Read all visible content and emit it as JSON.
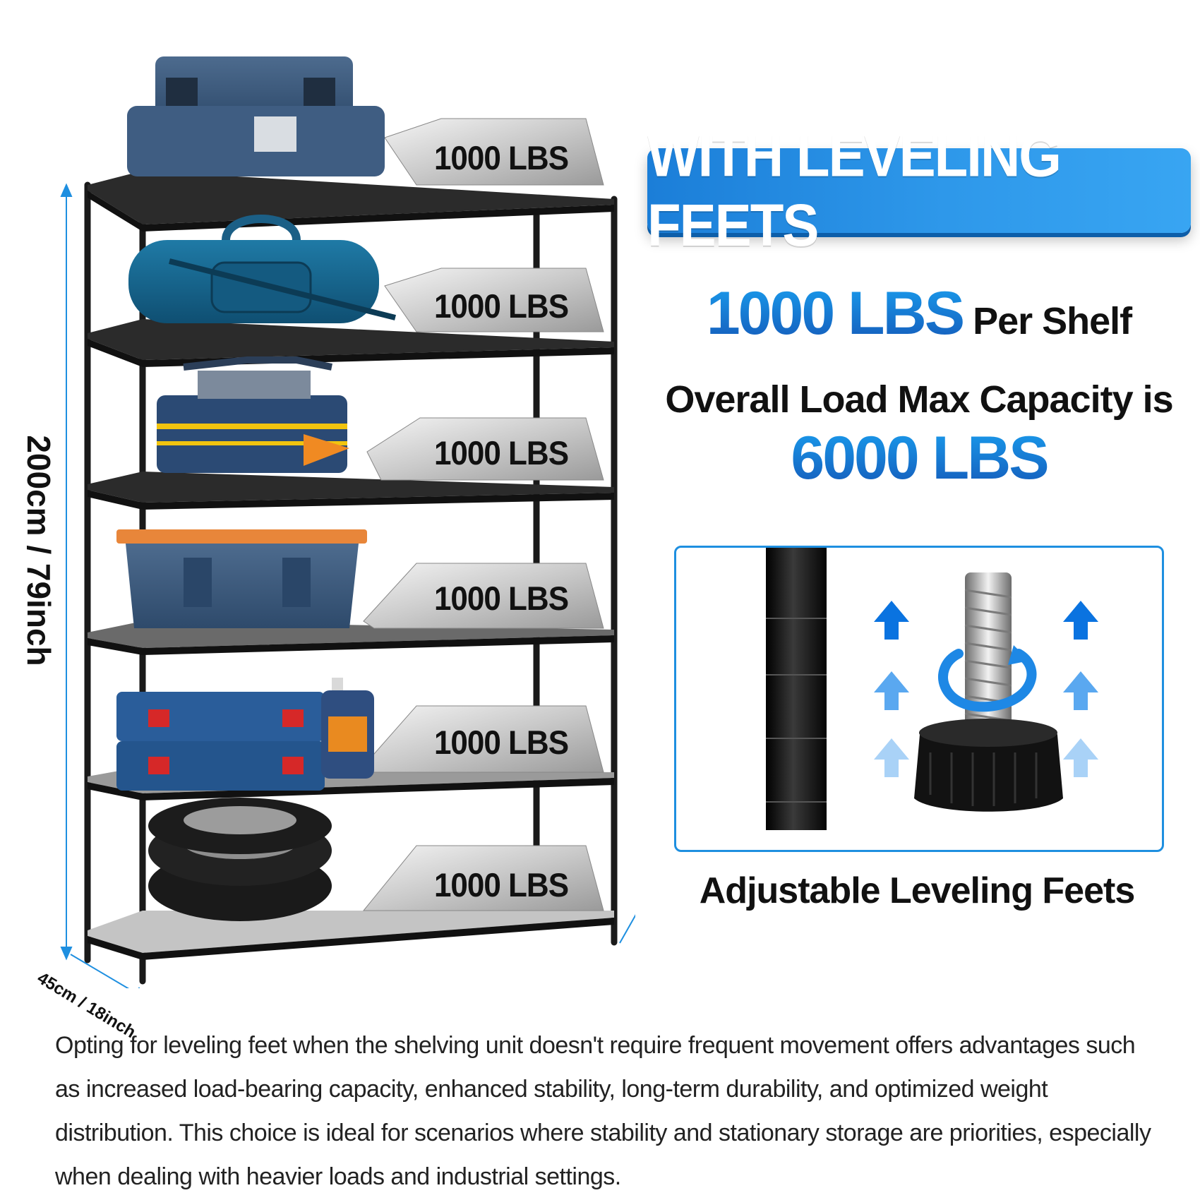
{
  "dimensions": {
    "height": "200cm / 79inch",
    "depth": "45cm / 18inch"
  },
  "shelf_load_tags": [
    "1000 LBS",
    "1000 LBS",
    "1000 LBS",
    "1000 LBS",
    "1000 LBS",
    "1000 LBS"
  ],
  "banner": {
    "title": "WITH LEVELING FEETS"
  },
  "capacity": {
    "per_shelf_value": "1000 LBS",
    "per_shelf_suffix": "Per Shelf",
    "overall_text": "Overall Load Max Capacity is",
    "overall_value": "6000 LBS"
  },
  "detail": {
    "caption": "Adjustable Leveling Feets"
  },
  "description": "Opting for leveling feet when the shelving unit doesn't require frequent movement offers advantages such as increased load-bearing capacity, enhanced stability, long-term durability, and optimized weight distribution. This choice is ideal for scenarios where stability and stationary storage are priorities, especially when dealing with heavier loads and industrial settings.",
  "colors": {
    "accent_blue": "#1e8fe0",
    "banner_blue": "#2e98ea",
    "text_dark": "#111111",
    "rack_black": "#1a1a1a"
  },
  "icons": [
    "storage-rack-image",
    "toolbox-image",
    "duffel-bag-image",
    "tool-bag-image",
    "storage-bin-image",
    "case-stack-image",
    "oil-bottle-image",
    "tires-image",
    "leveling-foot-image",
    "arrow-up-icon",
    "rotate-icon"
  ]
}
